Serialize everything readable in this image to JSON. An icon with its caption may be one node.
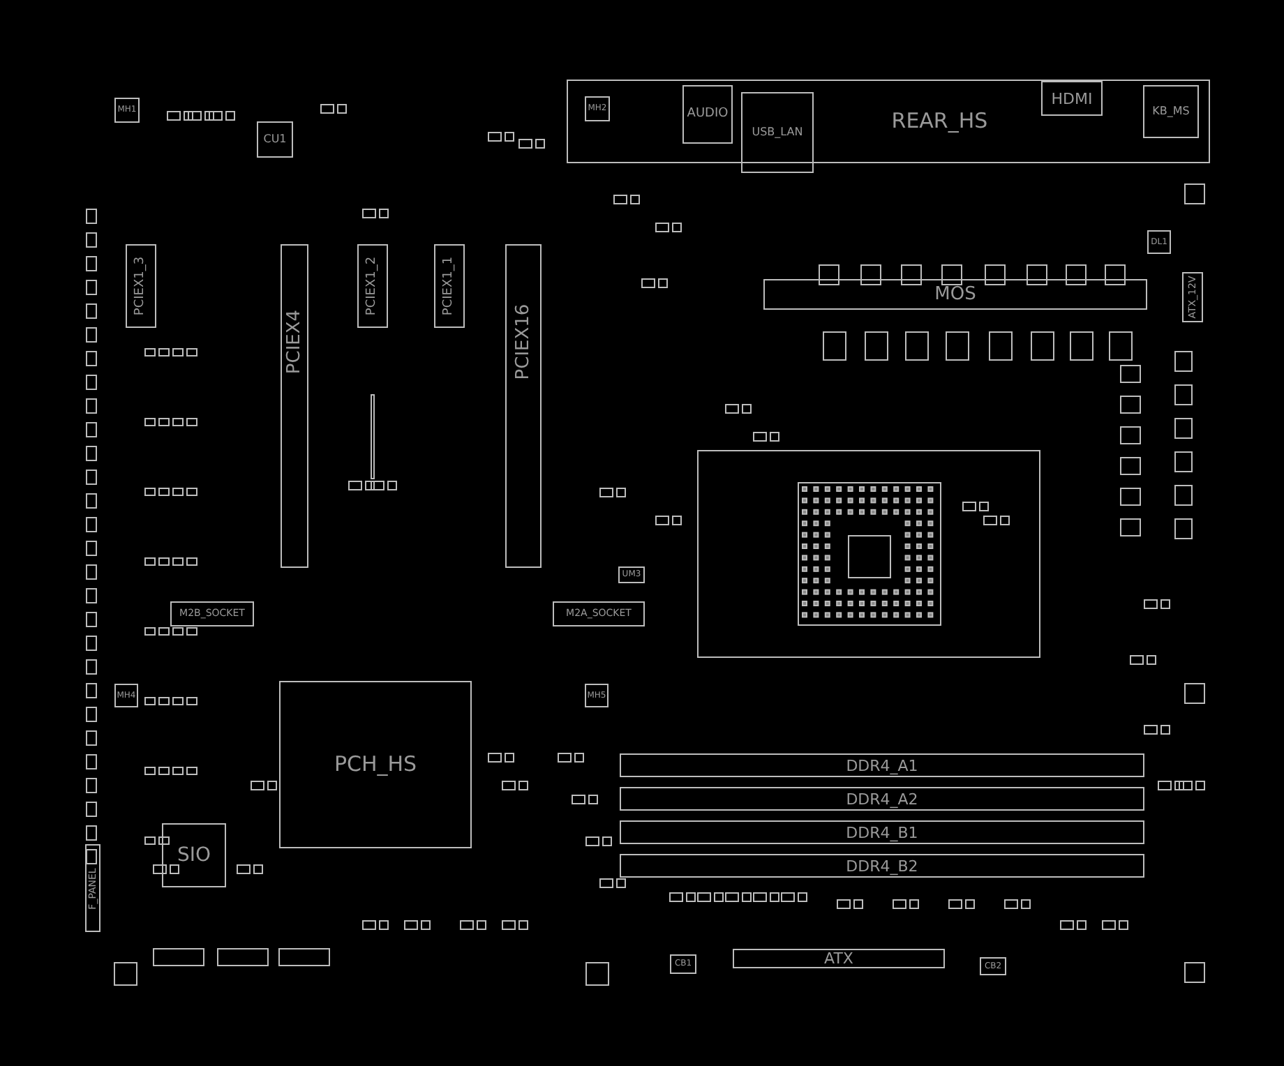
{
  "diagram": {
    "nodes": [
      {
        "text": [
          "REAR_HS"
        ]
      },
      {
        "text": [
          "MH2"
        ],
        "in": 0
      },
      {
        "text": [
          "AUDIO"
        ],
        "in": 0
      },
      {
        "text": [
          "USB_LAN"
        ]
      },
      {
        "text": [
          "HDMI"
        ],
        "in": 0
      },
      {
        "text": [
          "KB_MS"
        ],
        "in": 0
      },
      {
        "text": [
          "MH1"
        ]
      },
      {
        "text": [
          "CU1"
        ]
      },
      {
        "text": [
          "PCIEX1_3"
        ]
      },
      {
        "text": [
          "PCIEX4"
        ]
      },
      {
        "text": [
          "PCIEX1_2"
        ]
      },
      {
        "text": [
          "PCIEX1_1"
        ]
      },
      {
        "text": [
          "PCIEX16"
        ]
      },
      {
        "text": [
          "DL1"
        ]
      },
      {
        "text": [
          "MOS"
        ]
      },
      {
        "text": [
          "ATX_12V"
        ]
      },
      {
        "text": [
          "UM3"
        ]
      },
      {
        "text": [
          "M2B_SOCKET"
        ]
      },
      {
        "text": [
          "M2A_SOCKET"
        ]
      },
      {
        "text": [
          "MH4"
        ]
      },
      {
        "text": [
          "PCH_HS"
        ]
      },
      {
        "text": [
          "MH5"
        ]
      },
      {
        "text": [
          "SIO"
        ]
      },
      {
        "text": [
          "F_PANEL"
        ]
      },
      {
        "text": [
          "DDR4_A1"
        ]
      },
      {
        "text": [
          "DDR4_A2"
        ]
      },
      {
        "text": [
          "DDR4_B1"
        ]
      },
      {
        "text": [
          "DDR4_B2"
        ]
      },
      {
        "text": [
          "CB1"
        ]
      },
      {
        "text": [
          "ATX"
        ]
      },
      {
        "text": [
          "CB2"
        ]
      }
    ]
  }
}
